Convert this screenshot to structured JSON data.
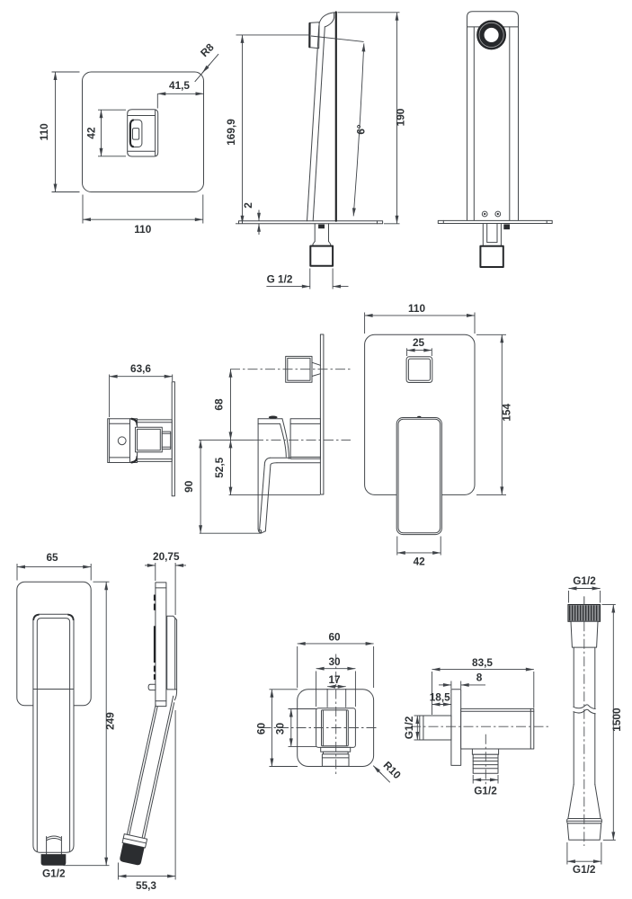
{
  "drawing": {
    "background": "#ffffff",
    "line_color": "#43474b",
    "text_color": "#2e3235",
    "views": {
      "spout_top": {
        "plate_height": "110",
        "plate_width": "110",
        "spout_offset": "41,5",
        "spout_width": "42",
        "corner_radius": "R8"
      },
      "spout_side": {
        "outlet_height": "169,9",
        "plate_thickness": "2",
        "tilt_angle": "6°",
        "total_height": "190",
        "thread": "G 1/2"
      },
      "mixer_side_small": {
        "depth": "63,6"
      },
      "mixer_side": {
        "axis_spacing": "68",
        "handle_drop": "52,5",
        "handle_length": "90"
      },
      "mixer_front": {
        "plate_width": "110",
        "button_width": "25",
        "plate_height": "154",
        "handle_width": "42"
      },
      "handshower_front": {
        "head_width": "65",
        "total_length": "249",
        "thread": "G1/2"
      },
      "handshower_side": {
        "head_depth": "20,75",
        "bottom_offset": "55,3"
      },
      "elbow_front": {
        "plate_width": "60",
        "fitting_width": "30",
        "inner_width": "17",
        "plate_height": "60",
        "fitting_height": "30",
        "corner_radius": "R10"
      },
      "elbow_side": {
        "total_depth": "83,5",
        "plate_thickness": "8",
        "inlet_depth": "18,5",
        "inlet_thread": "G1/2",
        "outlet_thread": "G1/2"
      },
      "hose": {
        "top_thread": "G1/2",
        "length": "1500",
        "bottom_thread": "G1/2"
      }
    }
  }
}
